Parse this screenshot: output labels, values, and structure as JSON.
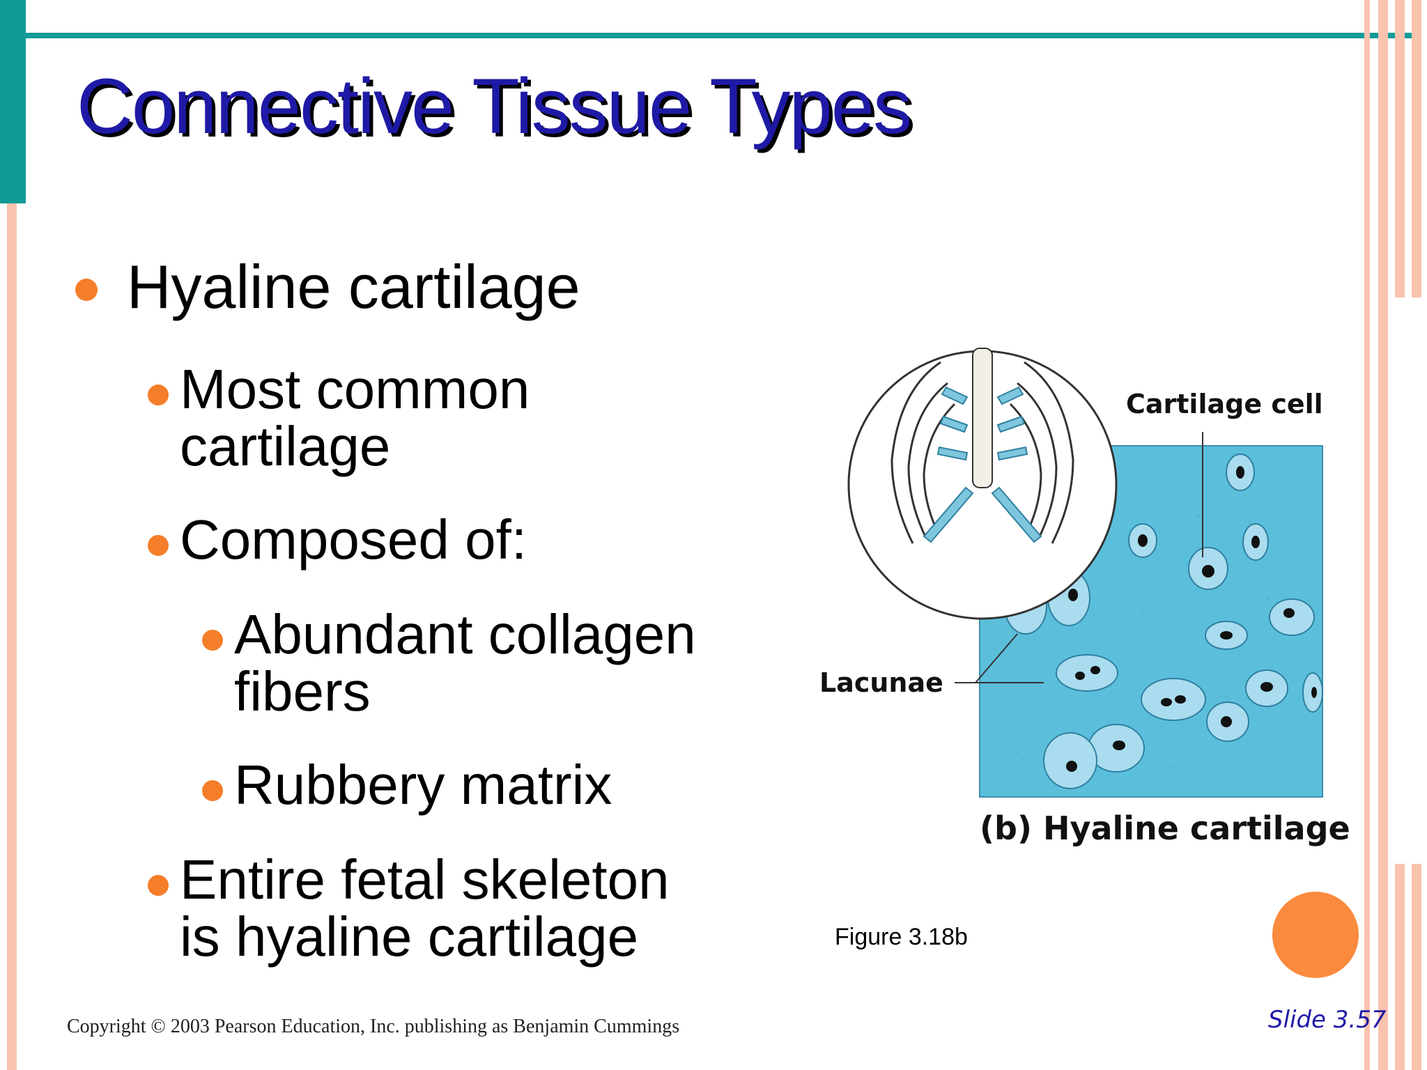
{
  "slide": {
    "title": "Connective Tissue Types",
    "bullets": {
      "b1": "Hyaline cartilage",
      "b2_line1": "Most common",
      "b2_line2": "cartilage",
      "b3": "Composed of:",
      "b4_line1": "Abundant collagen",
      "b4_line2": "fibers",
      "b5": "Rubbery matrix",
      "b6_line1": "Entire fetal skeleton",
      "b6_line2": "is hyaline cartilage"
    },
    "figure": {
      "label_cartilage_cell": "Cartilage cell",
      "label_lacunae": "Lacunae",
      "panel_title": "(b) Hyaline cartilage",
      "caption": "Figure 3.18b"
    },
    "copyright": "Copyright © 2003 Pearson Education, Inc. publishing as Benjamin Cummings",
    "slide_number": "Slide 3.57"
  },
  "colors": {
    "accent_teal": "#119a96",
    "accent_peach": "#f9c3ae",
    "bullet_orange": "#f47e2a",
    "title_blue": "#1f1aa6",
    "tissue_blue": "#5bbfdc"
  }
}
